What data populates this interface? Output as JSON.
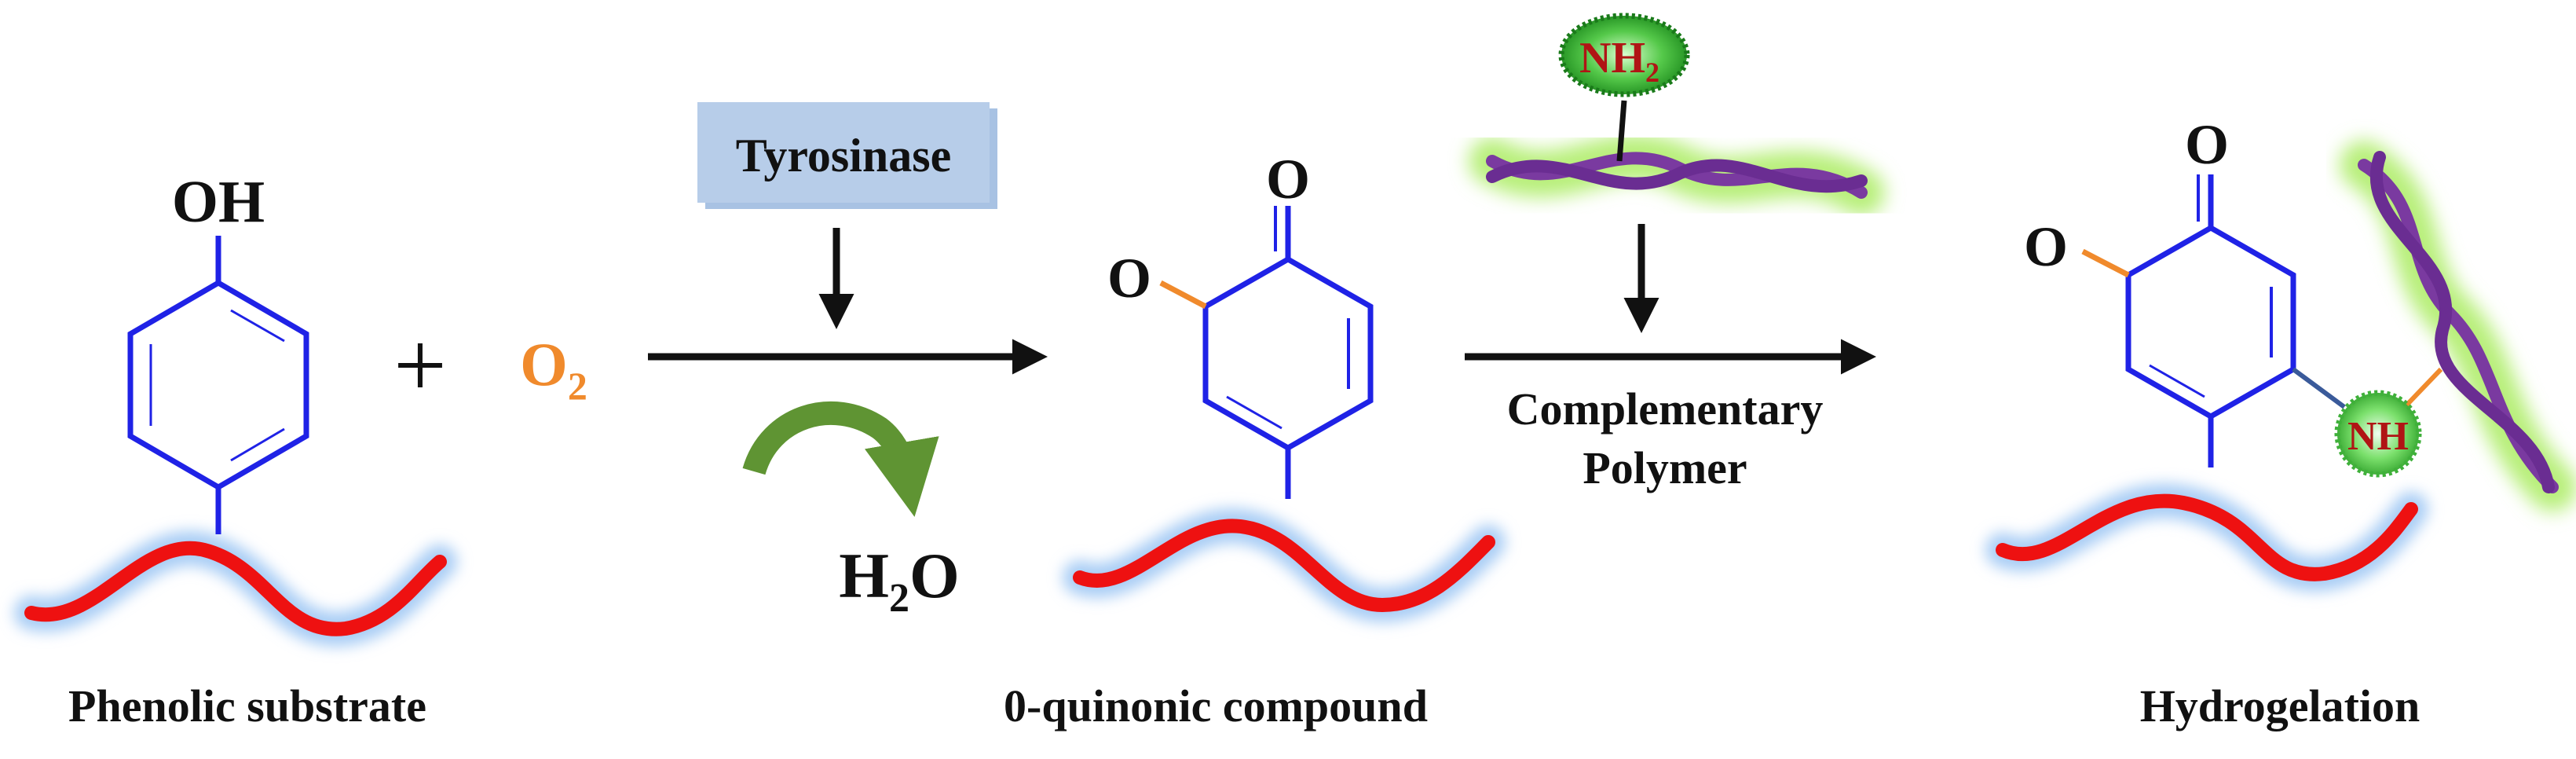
{
  "labels": {
    "oh": "OH",
    "plus": "+",
    "o2_main": "O",
    "o2_sub": "2",
    "enzyme": "Tyrosinase",
    "h2o_h": "H",
    "h2o_sub": "2",
    "h2o_o": "O",
    "quinone_o_top": "O",
    "quinone_o_left": "O",
    "nh2_main": "NH",
    "nh2_sub": "2",
    "reagent_line1": "Complementary",
    "reagent_line2": "Polymer",
    "product_o_top": "O",
    "product_o_left": "O",
    "nh": "NH",
    "caption_substrate": "Phenolic substrate",
    "caption_quinone": "0-quinonic compound",
    "caption_product": "Hydrogelation"
  },
  "colors": {
    "ring": "#1f22e6",
    "backbone": "#ee1111",
    "backbone_glow": "#a9cdf5",
    "polymer": "#7a3aa0",
    "polymer_glow": "#b8ef7a",
    "oxygen_orange": "#f08a2c",
    "enzyme_box": "#b7cde9",
    "amine_fill": "#2fa12a",
    "amine_text": "#b01515",
    "arrow_curve": "#5f9433",
    "text": "#111111"
  }
}
